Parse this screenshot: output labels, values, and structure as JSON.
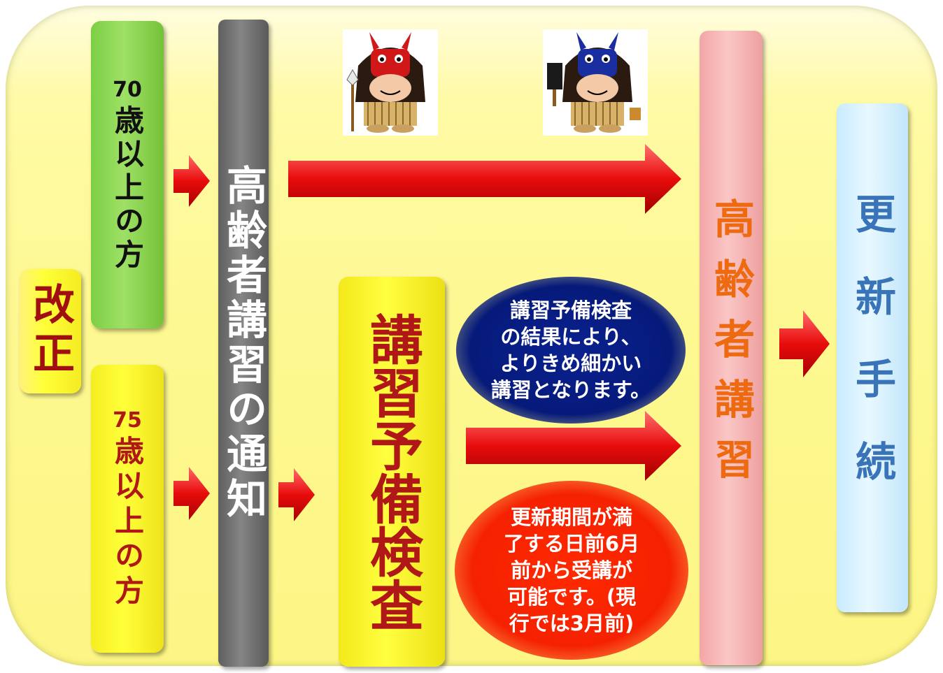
{
  "kaisei": "改正",
  "age70": {
    "number": "70",
    "text": "歳以上の方"
  },
  "age75": {
    "number": "75",
    "text": "歳以上の方"
  },
  "notice": "高齢者講習の通知",
  "prelim_check": "講習予備検査",
  "course": "高齢者講習",
  "renewal": "更新手続",
  "blue_note": [
    "講習予備検査",
    "の結果により、",
    "よりきめ細かい",
    "講習となります。"
  ],
  "red_note": [
    "更新期間が満",
    "了する日前6月",
    "前から受講が",
    "可能です。(現",
    "行では3月前)"
  ],
  "mascots": [
    {
      "icon": "red-namahage-mascot-icon",
      "color": "#d01818"
    },
    {
      "icon": "blue-namahage-mascot-icon",
      "color": "#1a2ea0"
    }
  ],
  "colors": {
    "arrow": "#e81010",
    "panel": "#fdf890"
  }
}
